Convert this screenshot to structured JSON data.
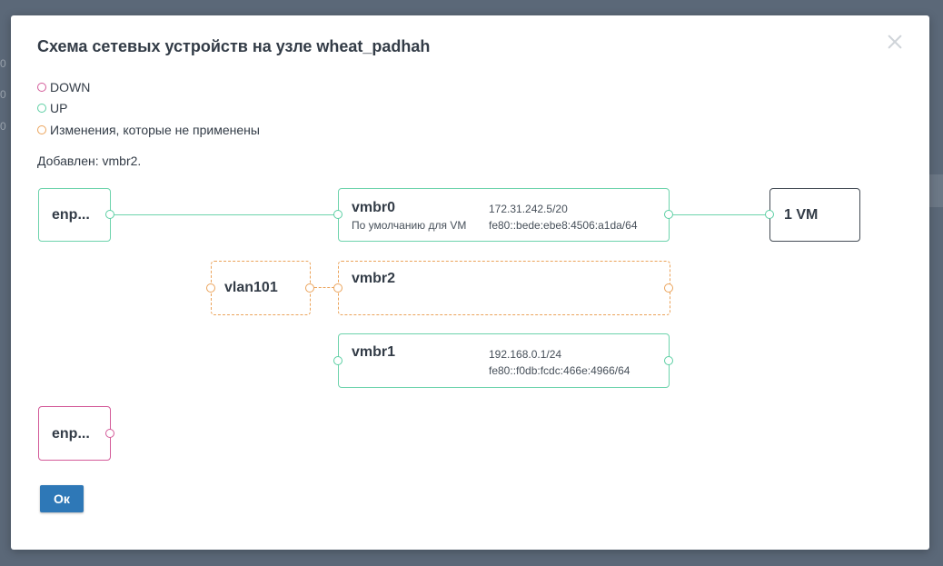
{
  "background": {
    "fragments": [
      "0",
      "0",
      "0"
    ]
  },
  "modal": {
    "title": "Схема сетевых устройств на узле wheat_padhah",
    "legend": [
      {
        "label": "DOWN",
        "color": "#d35a99"
      },
      {
        "label": "UP",
        "color": "#5ccfa3"
      },
      {
        "label": "Изменения, которые не применены",
        "color": "#eba35a"
      }
    ],
    "added_message": "Добавлен: vmbr2.",
    "ok_label": "Ок"
  },
  "diagram": {
    "enp_up": {
      "name": "enp...",
      "state": "up"
    },
    "vmbr0": {
      "name": "vmbr0",
      "comment": "По умолчанию для VM",
      "ipv4": "172.31.242.5/20",
      "ipv6": "fe80::bede:ebe8:4506:a1da/64",
      "state": "up"
    },
    "vm": {
      "name": "1 VM"
    },
    "vlan101": {
      "name": "vlan101",
      "state": "pending"
    },
    "vmbr2": {
      "name": "vmbr2",
      "state": "pending"
    },
    "vmbr1": {
      "name": "vmbr1",
      "ipv4": "192.168.0.1/24",
      "ipv6": "fe80::f0db:fcdc:466e:4966/64",
      "state": "up"
    },
    "enp_down": {
      "name": "enp...",
      "state": "down"
    }
  },
  "colors": {
    "up": "#5ccfa3",
    "down": "#d35a99",
    "pending": "#eba35a",
    "primary_button": "#2e78b7"
  }
}
